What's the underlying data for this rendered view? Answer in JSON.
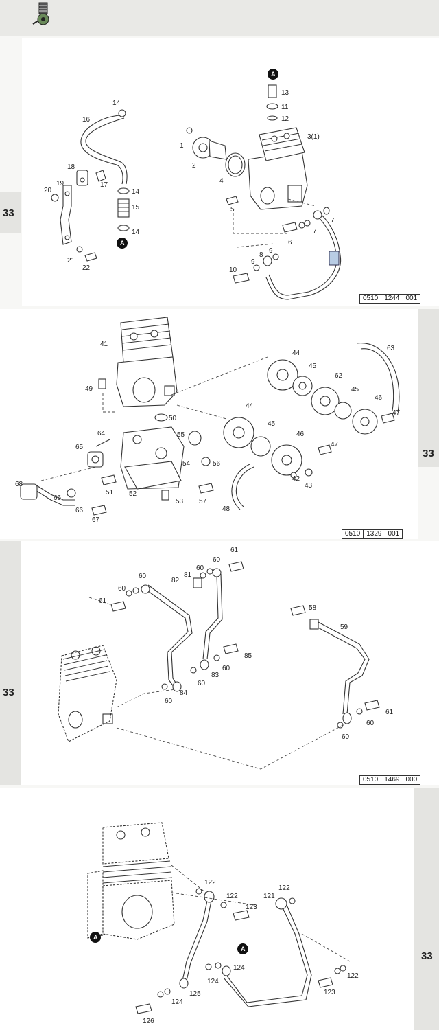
{
  "page": {
    "section_tab_label": "33",
    "header_icon": "compressor-icon"
  },
  "diagrams": [
    {
      "ref_code": [
        "0510",
        "1244",
        "001"
      ],
      "marker": "A",
      "callouts": [
        {
          "label": "14"
        },
        {
          "label": "16"
        },
        {
          "label": "18"
        },
        {
          "label": "17"
        },
        {
          "label": "20"
        },
        {
          "label": "19"
        },
        {
          "label": "14"
        },
        {
          "label": "15"
        },
        {
          "label": "14"
        },
        {
          "label": "21"
        },
        {
          "label": "22"
        },
        {
          "label": "13"
        },
        {
          "label": "11"
        },
        {
          "label": "12"
        },
        {
          "label": "1"
        },
        {
          "label": "3(1)"
        },
        {
          "label": "2"
        },
        {
          "label": "4"
        },
        {
          "label": "5"
        },
        {
          "label": "6"
        },
        {
          "label": "7"
        },
        {
          "label": "7"
        },
        {
          "label": "8"
        },
        {
          "label": "9"
        },
        {
          "label": "9"
        },
        {
          "label": "10"
        }
      ]
    },
    {
      "ref_code": [
        "0510",
        "1329",
        "001"
      ],
      "callouts": [
        {
          "label": "41"
        },
        {
          "label": "49"
        },
        {
          "label": "44"
        },
        {
          "label": "45"
        },
        {
          "label": "62"
        },
        {
          "label": "63"
        },
        {
          "label": "45"
        },
        {
          "label": "46"
        },
        {
          "label": "47"
        },
        {
          "label": "44"
        },
        {
          "label": "45"
        },
        {
          "label": "46"
        },
        {
          "label": "47"
        },
        {
          "label": "50"
        },
        {
          "label": "64"
        },
        {
          "label": "55"
        },
        {
          "label": "65"
        },
        {
          "label": "56"
        },
        {
          "label": "54"
        },
        {
          "label": "42"
        },
        {
          "label": "43"
        },
        {
          "label": "51"
        },
        {
          "label": "52"
        },
        {
          "label": "53"
        },
        {
          "label": "57"
        },
        {
          "label": "48"
        },
        {
          "label": "68"
        },
        {
          "label": "66"
        },
        {
          "label": "66"
        },
        {
          "label": "67"
        }
      ]
    },
    {
      "ref_code": [
        "0510",
        "1469",
        "000"
      ],
      "callouts": [
        {
          "label": "61"
        },
        {
          "label": "60"
        },
        {
          "label": "60"
        },
        {
          "label": "60"
        },
        {
          "label": "81"
        },
        {
          "label": "82"
        },
        {
          "label": "60"
        },
        {
          "label": "61"
        },
        {
          "label": "58"
        },
        {
          "label": "59"
        },
        {
          "label": "85"
        },
        {
          "label": "60"
        },
        {
          "label": "83"
        },
        {
          "label": "60"
        },
        {
          "label": "84"
        },
        {
          "label": "60"
        },
        {
          "label": "61"
        },
        {
          "label": "60"
        },
        {
          "label": "60"
        }
      ]
    },
    {
      "marker": "A",
      "callouts": [
        {
          "label": "122"
        },
        {
          "label": "122"
        },
        {
          "label": "121"
        },
        {
          "label": "122"
        },
        {
          "label": "123"
        },
        {
          "label": "124"
        },
        {
          "label": "124"
        },
        {
          "label": "122"
        },
        {
          "label": "125"
        },
        {
          "label": "123"
        },
        {
          "label": "124"
        },
        {
          "label": "126"
        }
      ]
    }
  ]
}
